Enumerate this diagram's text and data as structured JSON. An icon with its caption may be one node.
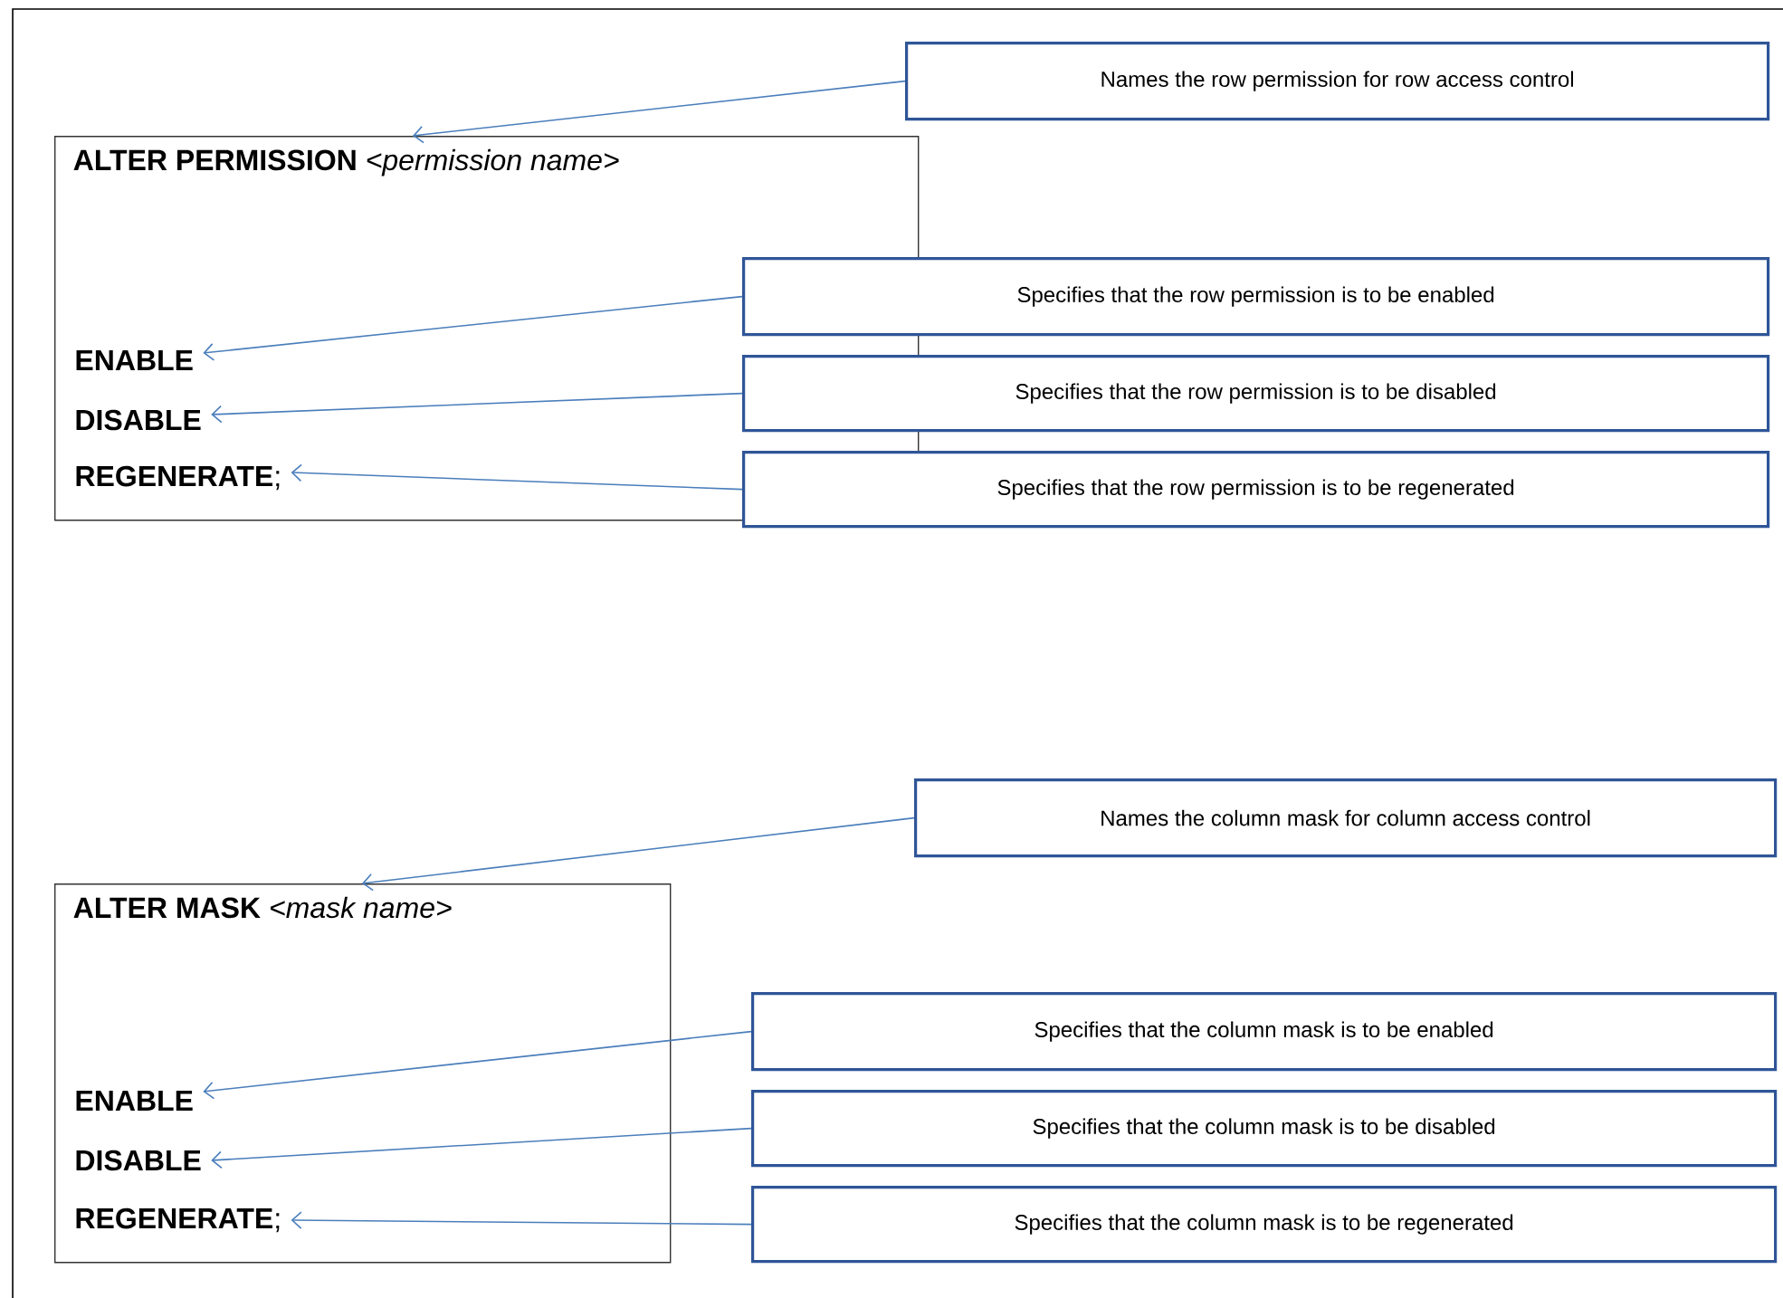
{
  "diagram": {
    "nodes": [
      {
        "text": [
          "**ALTER PERMISSION**  *<permission name>*"
        ]
      },
      {
        "text": [
          "ENABLE"
        ],
        "in": 0
      },
      {
        "text": [
          "DISABLE"
        ],
        "in": 0
      },
      {
        "text": [
          "**REGENERATE**;"
        ],
        "in": 0
      },
      {
        "text": [
          "Names the row permission for row access control"
        ]
      },
      {
        "text": [
          "Specifies that the row permission is to be enabled"
        ]
      },
      {
        "text": [
          "Specifies that the row permission is to be disabled"
        ]
      },
      {
        "text": [
          "Specifies that the row permission is to be regenerated"
        ]
      },
      {
        "text": [
          "**ALTER MASK**  *<mask name>*"
        ]
      },
      {
        "text": [
          "ENABLE"
        ],
        "in": 8
      },
      {
        "text": [
          "DISABLE"
        ],
        "in": 8
      },
      {
        "text": [
          "**REGENERATE**;"
        ],
        "in": 8
      },
      {
        "text": [
          "Names the column mask for column access control"
        ]
      },
      {
        "text": [
          "Specifies that the column mask is to be enabled"
        ]
      },
      {
        "text": [
          "Specifies that the column mask is to be disabled"
        ]
      },
      {
        "text": [
          "Specifies that the column mask is to be regenerated"
        ]
      }
    ],
    "edges": [
      {
        "from": 4,
        "to": 0,
        "arrow": "to"
      },
      {
        "from": 5,
        "to": 1,
        "arrow": "to"
      },
      {
        "from": 6,
        "to": 2,
        "arrow": "to"
      },
      {
        "from": 7,
        "to": 3,
        "arrow": "to"
      },
      {
        "from": 12,
        "to": 8,
        "arrow": "to"
      },
      {
        "from": 13,
        "to": 9,
        "arrow": "to"
      },
      {
        "from": 14,
        "to": 10,
        "arrow": "to"
      },
      {
        "from": 15,
        "to": 11,
        "arrow": "to"
      }
    ]
  }
}
